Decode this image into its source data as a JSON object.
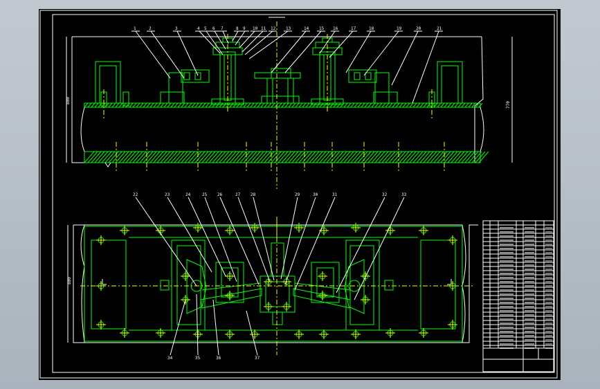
{
  "drawing": {
    "top_view": {
      "balloons": [
        "1",
        "2",
        "3",
        "4",
        "5",
        "6",
        "7",
        "8",
        "9",
        "10",
        "11",
        "12",
        "13",
        "14",
        "15",
        "16",
        "17",
        "18",
        "19",
        "20",
        "21"
      ],
      "dims": {
        "left_height": "800",
        "right_height": "770"
      }
    },
    "plan_view": {
      "balloons_top": [
        "22",
        "23",
        "24",
        "25",
        "26",
        "27",
        "28",
        "29",
        "30",
        "31",
        "32",
        "33"
      ],
      "balloons_bottom": [
        "34",
        "35",
        "36",
        "37"
      ],
      "dims": {
        "left_width": "800"
      }
    }
  },
  "colors": {
    "frame": "#ffffff",
    "geometry": "#00ff00",
    "centerline": "#ffff00",
    "background": "#000000"
  }
}
